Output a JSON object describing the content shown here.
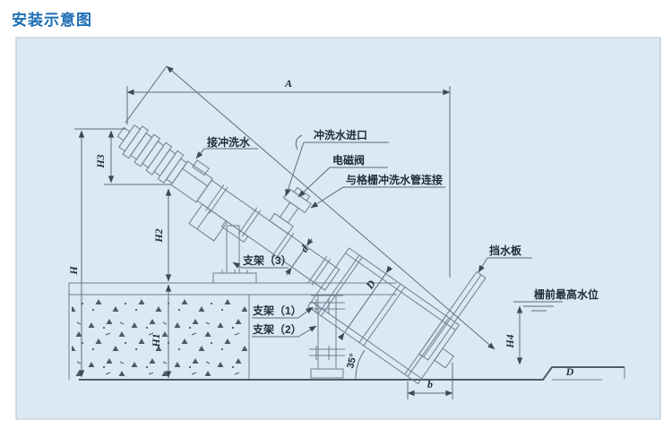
{
  "page": {
    "title": "安装示意图"
  },
  "colors": {
    "title": "#1a6db4",
    "panel_bg": "#d9e9f6",
    "panel_border": "#b5c3cf",
    "line": "#6e7e8b",
    "dimension_line": "#5d6c78",
    "ground_line": "#4f5d68",
    "text": "#1f2d38"
  },
  "diagram": {
    "labels": {
      "connect_flush_water": "接冲洗水",
      "flush_water_inlet": "冲洗水进口",
      "solenoid_valve": "电磁阀",
      "grille_pipe_connection": "与格栅冲洗水管连接",
      "bracket_3": "支架（3）",
      "bracket_1": "支架（1）",
      "bracket_2": "支架（2）",
      "water_baffle": "挡水板",
      "max_water_level_before_screen": "栅前最高水位"
    },
    "dims": {
      "A": "A",
      "H": "H",
      "H1": "H1",
      "H2": "H2",
      "H3": "H3",
      "H4": "H4",
      "b": "b",
      "d": "d",
      "D": "D",
      "D_step": "D",
      "angle": "35°"
    }
  }
}
